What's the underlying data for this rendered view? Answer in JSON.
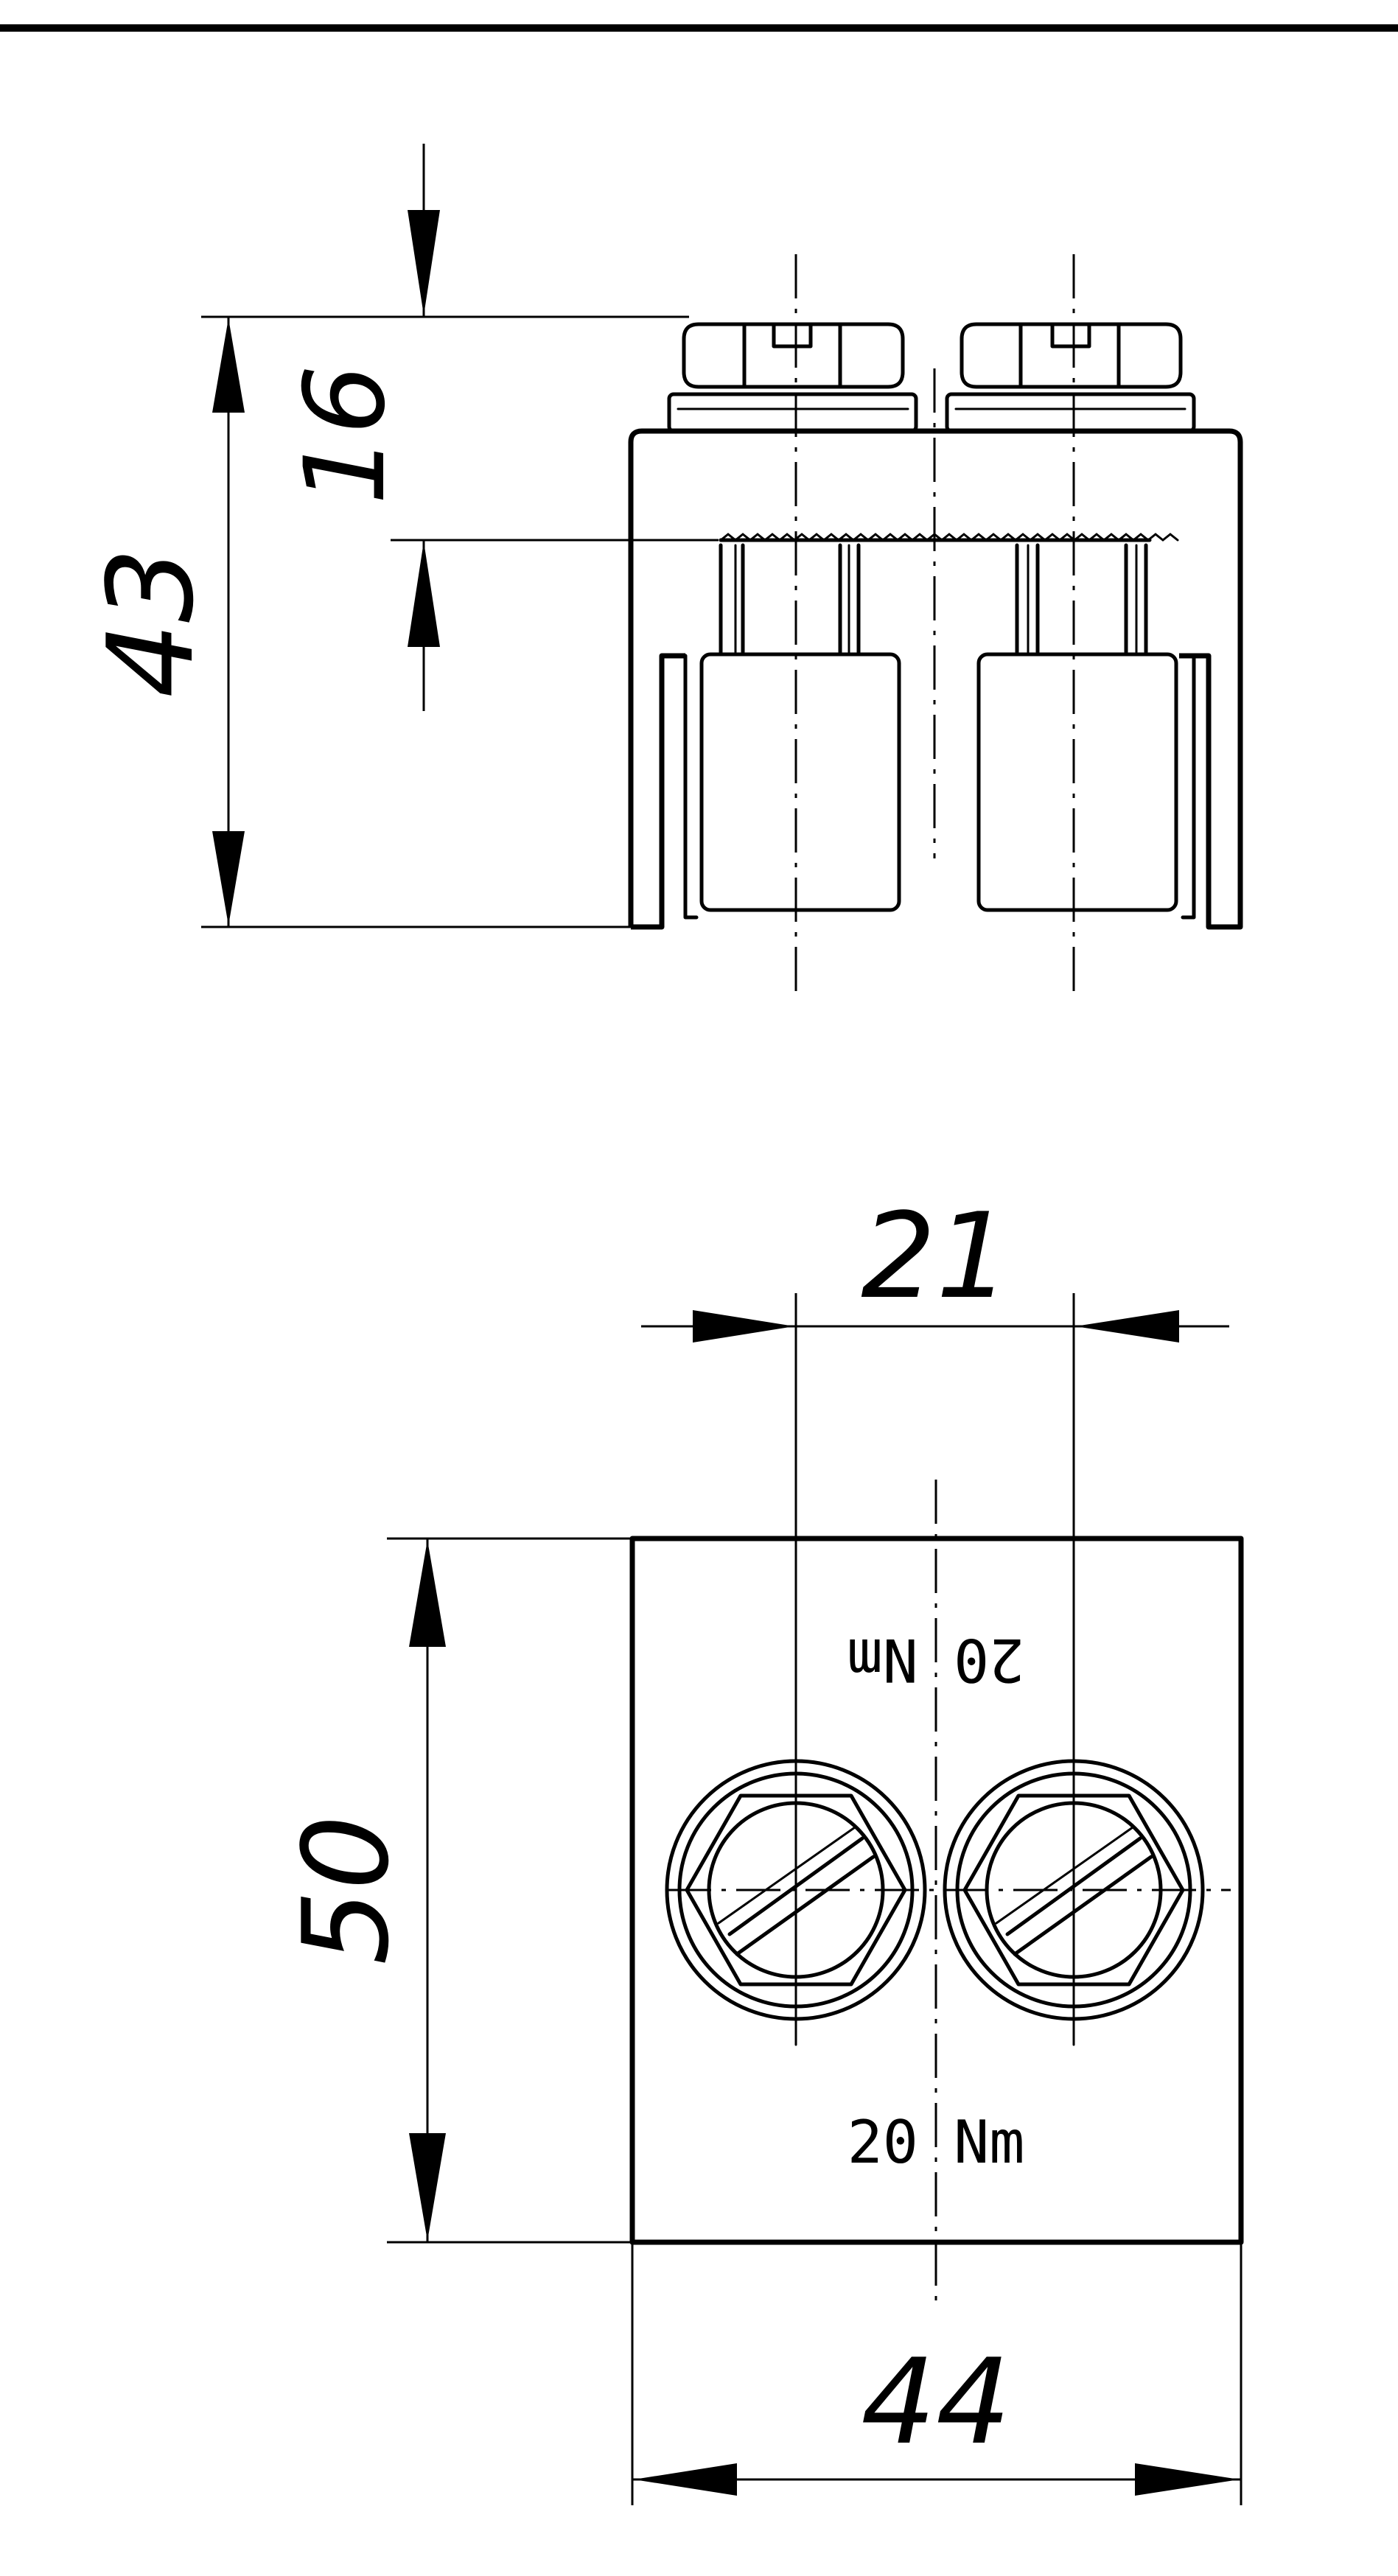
{
  "dimensions": {
    "total_height": "43",
    "screw_height": "16",
    "screw_spacing": "21",
    "length": "50",
    "width": "44"
  },
  "annotations": {
    "torque_top": "20 Nm",
    "torque_bottom": "20 Nm"
  },
  "colors": {
    "ink": "#000000",
    "paper": "#ffffff"
  }
}
